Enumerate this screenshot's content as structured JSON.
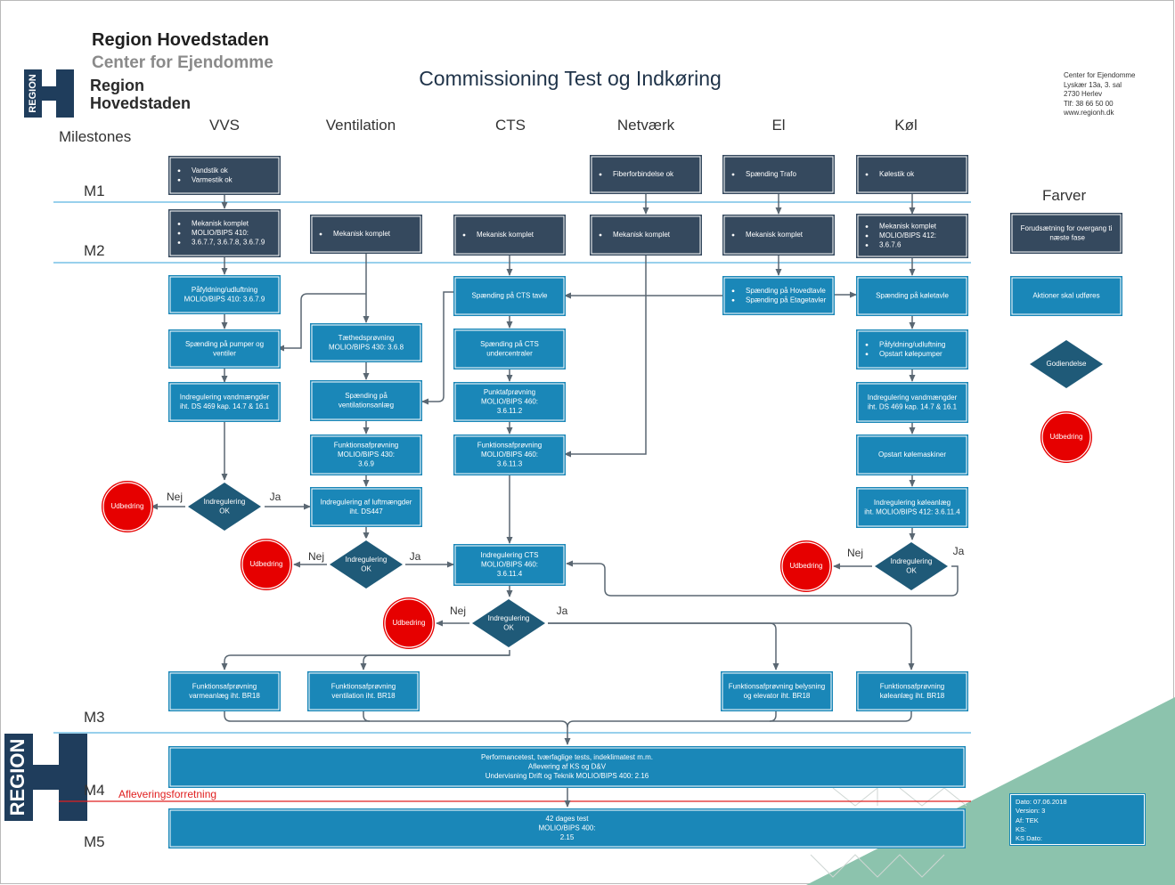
{
  "header": {
    "logo_name": "Region Hovedstaden",
    "logo_sub": "Center for Ejendomme",
    "logo_region_line1": "Region",
    "logo_region_line2": "Hovedstaden",
    "logo_vertical": "REGION",
    "title": "Commissioning Test og Indkøring",
    "contact": [
      "Center for Ejendomme",
      "Lyskær 13a, 3. sal",
      "2730 Herlev",
      "Tlf: 38 66 50 00",
      "www.regionh.dk"
    ]
  },
  "columns": [
    "VVS",
    "Ventilation",
    "CTS",
    "Netværk",
    "El",
    "Køl"
  ],
  "milestones_label": "Milestones",
  "milestones": [
    "M1",
    "M2",
    "M3",
    "M4",
    "M5"
  ],
  "afleveringsforretning": "Afleveringsforretning",
  "legend": {
    "title": "Farver",
    "prerequisite": "Forudsætning for overgang til næste fase",
    "action": "Aktioner skal udføres",
    "approval": "Godiendelse",
    "improvement": "Udbedring"
  },
  "m1": {
    "vvs": [
      "Vandstik ok",
      "Varmestik ok"
    ],
    "netvaerk": [
      "Fiberforbindelse ok"
    ],
    "el": [
      "Spænding Trafo"
    ],
    "kol": [
      "Kølestik ok"
    ]
  },
  "m2": {
    "vvs": [
      "Mekanisk komplet",
      "MOLIO/BIPS 410:",
      "3.6.7.7, 3.6.7.8, 3.6.7.9"
    ],
    "ventilation": [
      "Mekanisk komplet"
    ],
    "cts": [
      "Mekanisk komplet"
    ],
    "netvaerk": [
      "Mekanisk komplet"
    ],
    "el": [
      "Mekanisk komplet"
    ],
    "kol": [
      "Mekanisk komplet",
      "MOLIO/BIPS 412:",
      "3.6.7.6"
    ]
  },
  "flow": {
    "vvs": [
      [
        "Påfyldning/udluftning",
        "MOLIO/BIPS 410: 3.6.7.9"
      ],
      [
        "Spænding på pumper og",
        "ventiler"
      ],
      [
        "Indregulering vandmængder",
        "iht. DS 469 kap. 14.7 & 16.1"
      ]
    ],
    "ventilation": [
      [
        "Tæthedsprøvning",
        "MOLIO/BIPS 430: 3.6.8"
      ],
      [
        "Spænding på",
        "ventilationsanlæg"
      ],
      [
        "Funktionsafprøvning",
        "MOLIO/BIPS 430:",
        "3.6.9"
      ],
      [
        "Indregulering af luftmængder",
        "iht. DS447"
      ]
    ],
    "cts": [
      [
        "Spænding på CTS tavle"
      ],
      [
        "Spænding på CTS",
        "undercentraler"
      ],
      [
        "Punktafprøvning",
        "MOLIO/BIPS 460:",
        "3.6.11.2"
      ],
      [
        "Funktionsafprøvning",
        "MOLIO/BIPS 460:",
        "3.6.11.3"
      ],
      [
        "Indregulering CTS",
        "MOLIO/BIPS 460:",
        "3.6.11.4"
      ]
    ],
    "el": [
      [
        "Spænding på Hovedtavle",
        "Spænding på Etagetavler"
      ]
    ],
    "kol": [
      [
        "Spænding på køletavle"
      ],
      [
        "Påfyldning/udluftning",
        "Opstart kølepumper"
      ],
      [
        "Indregulering vandmængder",
        "iht. DS 469 kap. 14.7 & 16.1"
      ],
      [
        "Opstart kølemaskiner"
      ],
      [
        "Indregulering køleanlæg",
        "iht. MOLIO/BIPS 412: 3.6.11.4"
      ]
    ]
  },
  "decision": [
    "Indregulering",
    "OK"
  ],
  "yes": "Ja",
  "no": "Nej",
  "udbedring": "Udbedring",
  "functional": [
    [
      "Funktionsafprøvning",
      "varmeanlæg iht. BR18"
    ],
    [
      "Funktionsafprøvning",
      "ventilation iht. BR18"
    ],
    [
      "Funktionsafprøvning belysning",
      "og elevator iht. BR18"
    ],
    [
      "Funktionsafprøvning",
      "køleanlæg iht. BR18"
    ]
  ],
  "performance": [
    "Performancetest, tværfaglige tests, indeklimatest m.m.",
    "Aflevering af KS og D&V",
    "Undervisning Drift og Teknik MOLIO/BIPS 400: 2.16"
  ],
  "final_test": [
    "42 dages test",
    "MOLIO/BIPS 400:",
    "2.15"
  ],
  "info_box": [
    "Dato: 07.06.2018",
    "Version: 3",
    "Af: TEK",
    "KS:",
    "KS Dato:"
  ],
  "colors": {
    "dark_box": "#35495e",
    "action_box": "#1a87b8",
    "decision": "#1f5a78",
    "improvement": "#e60000",
    "milestone_line": "#5bb4e0",
    "arrow": "#5a6772",
    "green": "#8cc3ad",
    "red_line": "#e02020"
  }
}
